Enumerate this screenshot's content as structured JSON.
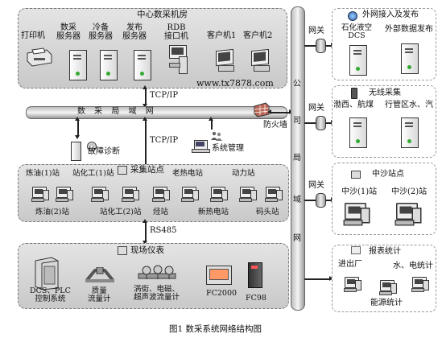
{
  "top_panel": {
    "title": "中心数采机房",
    "devices": [
      {
        "label": "打印机"
      },
      {
        "label": "数采\n服务器"
      },
      {
        "label": "冷备\n服务器"
      },
      {
        "label": "发布\n服务器"
      },
      {
        "label": "RDB\n接口机"
      },
      {
        "label": "客户机1"
      },
      {
        "label": "客户机2"
      }
    ],
    "watermark": "www.tx7878.com"
  },
  "bus": {
    "label": "数  采  局  域  网"
  },
  "tcpip_top": "TCP/IP",
  "tcpip_mid": "TCP/IP",
  "diag_label": "故障诊断",
  "sysmgmt_label": "系统管理",
  "firewall_label": "防火墙",
  "collect_panel": {
    "title": "采集站点",
    "labels": [
      "炼油(1)站",
      "站化工(1)站",
      "老热电站",
      "动力站",
      "炼油(2)站",
      "站化工(2)站",
      "烃站",
      "新热电站",
      "码头站"
    ]
  },
  "rs485": "RS485",
  "field_panel": {
    "title": "现场仪表",
    "labels": [
      "DCS、PLC\n控制系统",
      "质量\n流量计",
      "涡街、电磁、\n超声波流量计",
      "FC2000",
      "FC98"
    ]
  },
  "vbus_label": "公司局域网",
  "vbus_chars": [
    "公",
    "司",
    "局",
    "域",
    "网"
  ],
  "gateway_label": "网关",
  "right_panels": [
    {
      "title": "外网接入及发布",
      "items": [
        "石化液空\nDCS",
        "外部数据发布"
      ]
    },
    {
      "title": "无线采集",
      "items": [
        "渤西、航煤",
        "行管区水、汽"
      ]
    },
    {
      "title": "中沙站点",
      "items": [
        "中沙(1)站",
        "中沙(2)站"
      ]
    },
    {
      "title": "报表统计",
      "items": [
        "进出厂",
        "水、电统计",
        "能源统计"
      ]
    }
  ],
  "caption": "图1   数采系统网络结构图"
}
